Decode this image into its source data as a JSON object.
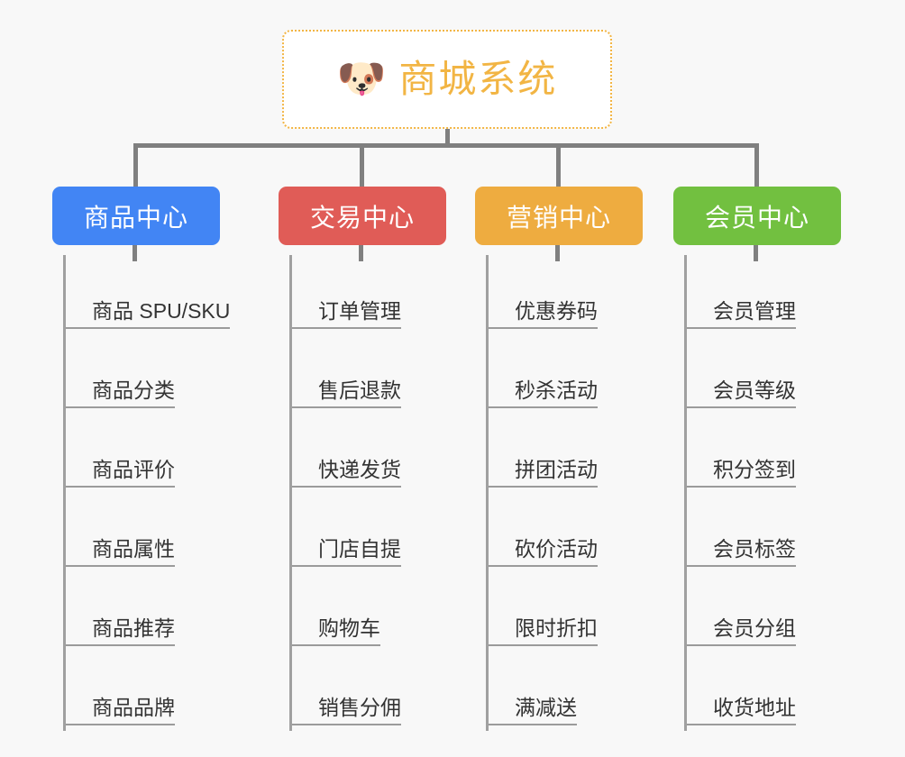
{
  "background_color": "#f8f8f8",
  "root": {
    "icon": "shiba-dog-face-emoji",
    "emoji": "🐶",
    "title": "商城系统",
    "text_color": "#f2b544",
    "border_color": "#f2b544",
    "border_style": "dotted"
  },
  "branches": [
    {
      "label": "商品中心",
      "color": "#4285f4",
      "items": [
        "商品 SPU/SKU",
        "商品分类",
        "商品评价",
        "商品属性",
        "商品推荐",
        "商品品牌"
      ]
    },
    {
      "label": "交易中心",
      "color": "#e05c57",
      "items": [
        "订单管理",
        "售后退款",
        "快递发货",
        "门店自提",
        "购物车",
        "销售分佣"
      ]
    },
    {
      "label": "营销中心",
      "color": "#eeac40",
      "items": [
        "优惠券码",
        "秒杀活动",
        "拼团活动",
        "砍价活动",
        "限时折扣",
        "满减送"
      ]
    },
    {
      "label": "会员中心",
      "color": "#72c040",
      "items": [
        "会员管理",
        "会员等级",
        "积分签到",
        "会员标签",
        "会员分组",
        "收货地址"
      ]
    }
  ]
}
